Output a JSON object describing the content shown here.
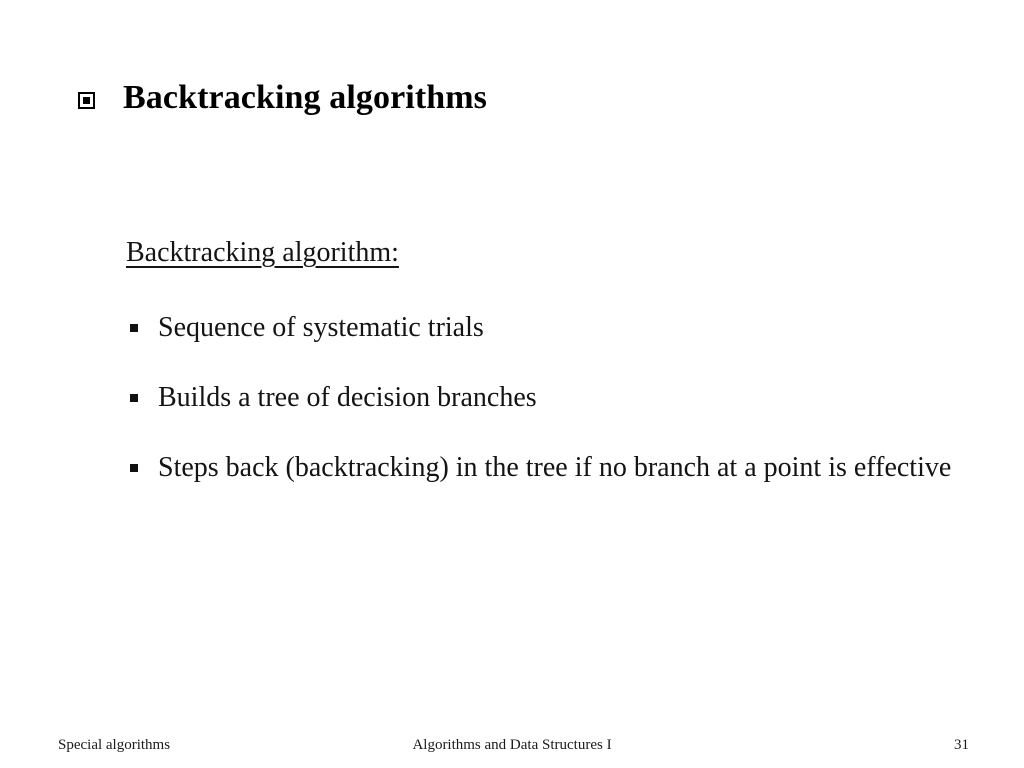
{
  "slide": {
    "title": {
      "bullet_icon": "square-in-square-bullet-icon",
      "text": "Backtracking algorithms"
    },
    "body": {
      "subheading": "Backtracking algorithm:",
      "bullet_icon": "filled-square-bullet-icon",
      "bullets": [
        "Sequence of systematic trials",
        "Builds a tree of decision branches",
        "Steps back (backtracking) in the tree if no branch at a point is effective"
      ]
    },
    "footer": {
      "left": "Special algorithms",
      "center": "Algorithms and Data Structures I",
      "page_number": "31"
    },
    "colors": {
      "background": "#ffffff",
      "text": "#111111"
    }
  }
}
